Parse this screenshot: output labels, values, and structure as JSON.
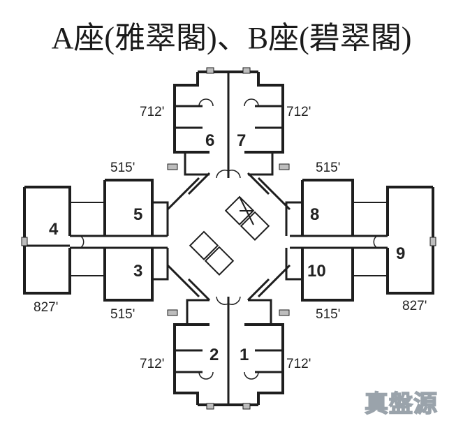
{
  "title": {
    "text": "A座(雅翠閣)、B座(碧翠閣)",
    "block_a": "A座(雅翠閣)",
    "separator": "、",
    "block_b": "B座(碧翠閣)"
  },
  "units": [
    {
      "id": "1",
      "label": "1",
      "area": "712'"
    },
    {
      "id": "2",
      "label": "2",
      "area": "712'"
    },
    {
      "id": "3",
      "label": "3",
      "area": "515'"
    },
    {
      "id": "4",
      "label": "4",
      "area": "827'"
    },
    {
      "id": "5",
      "label": "5",
      "area": "515'"
    },
    {
      "id": "6",
      "label": "6",
      "area": "712'"
    },
    {
      "id": "7",
      "label": "7",
      "area": "712'"
    },
    {
      "id": "8",
      "label": "8",
      "area": "515'"
    },
    {
      "id": "9",
      "label": "9",
      "area": "827'"
    },
    {
      "id": "10",
      "label": "10",
      "area": "515'"
    }
  ],
  "area_labels": {
    "unit6": "712'",
    "unit7": "712'",
    "unit5": "515'",
    "unit8": "515'",
    "unit4": "827'",
    "unit9": "827'",
    "unit3": "515'",
    "unit10": "515'",
    "unit2": "712'",
    "unit1": "712'"
  },
  "watermark": "真盤源",
  "colors": {
    "line": "#1e1e1e",
    "background": "#ffffff",
    "watermark": "#9aa3ab"
  }
}
